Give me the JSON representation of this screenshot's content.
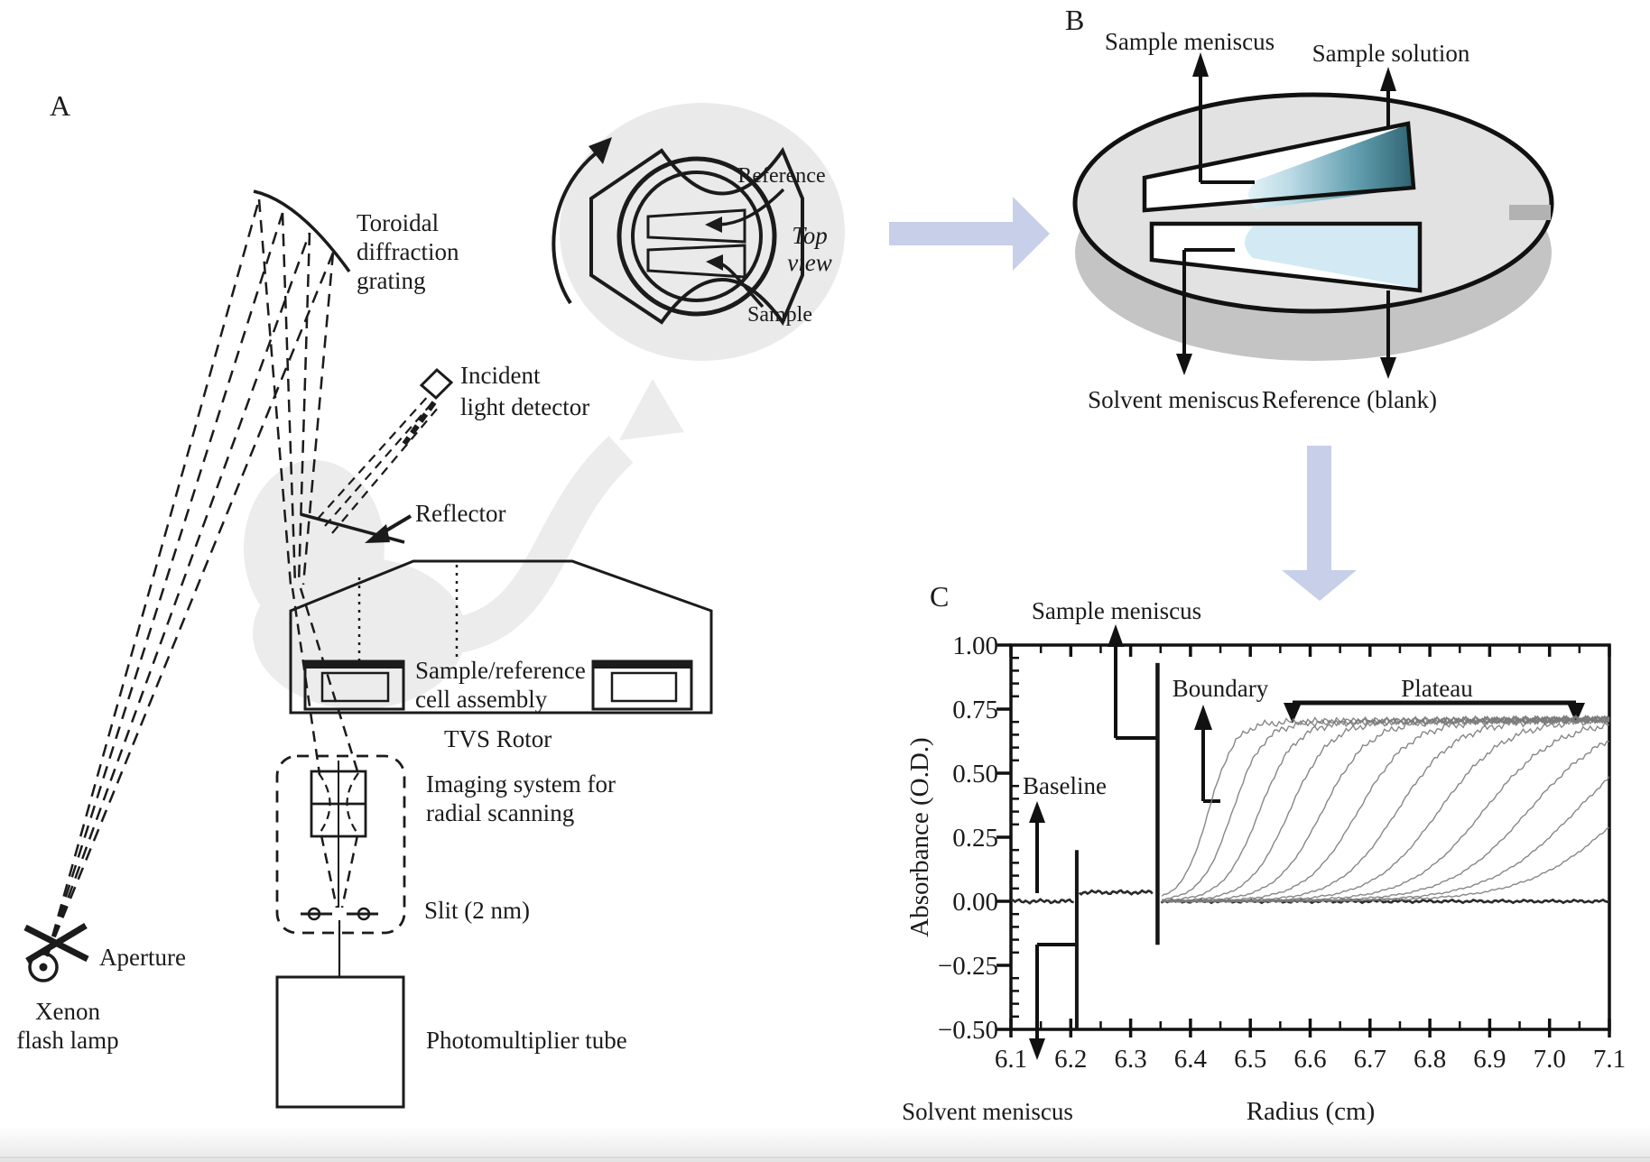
{
  "figure": {
    "panel_a": {
      "label": "A",
      "toroidal_grating": [
        "Toroidal",
        "diffraction",
        "grating"
      ],
      "incident_detector": [
        "Incident",
        "light detector"
      ],
      "reflector": "Reflector",
      "cell_assembly": [
        "Sample/reference",
        "cell assembly"
      ],
      "tvs_rotor": "TVS Rotor",
      "imaging_system": [
        "Imaging system for",
        "radial scanning"
      ],
      "slit": "Slit (2 nm)",
      "photomultiplier": "Photomultiplier tube",
      "aperture": "Aperture",
      "xenon_lamp": [
        "Xenon",
        "flash lamp"
      ]
    },
    "top_view_inset": {
      "reference": "Reference",
      "sample": "Sample",
      "caption": [
        "Top",
        "view"
      ]
    },
    "panel_b": {
      "label": "B",
      "sample_meniscus": "Sample meniscus",
      "sample_solution": "Sample solution",
      "solvent_meniscus": "Solvent meniscus",
      "reference_blank": "Reference (blank)"
    },
    "panel_c": {
      "label": "C"
    }
  },
  "chart_data": {
    "type": "line",
    "title": "Sedimentation velocity absorbance scans",
    "xlabel": "Radius (cm)",
    "ylabel": "Absorbance (O.D.)",
    "xlim": [
      6.1,
      7.1
    ],
    "ylim": [
      -0.5,
      1.0
    ],
    "grid": false,
    "x_tick_labels": [
      "6.1",
      "6.2",
      "6.3",
      "6.4",
      "6.5",
      "6.6",
      "6.7",
      "6.8",
      "6.9",
      "7.0",
      "7.1"
    ],
    "y_tick_labels": [
      "1.00",
      "0.75",
      "0.50",
      "0.25",
      "0.00",
      "−0.25",
      "−0.50"
    ],
    "y_tick_values": [
      1.0,
      0.75,
      0.5,
      0.25,
      0.0,
      -0.25,
      -0.5
    ],
    "x_minor_step": 0.05,
    "y_minor_step": 0.05,
    "annotations": {
      "sample_meniscus": "Sample meniscus",
      "boundary": "Boundary",
      "plateau": "Plateau",
      "baseline": "Baseline",
      "solvent_meniscus": "Solvent meniscus"
    },
    "solvent_meniscus_x": 6.21,
    "sample_meniscus_x": 6.345,
    "spikes": [
      {
        "x": 6.21,
        "y_min": -0.5,
        "y_max": 0.2
      },
      {
        "x": 6.345,
        "y_min": -0.17,
        "y_max": 0.93
      }
    ],
    "baseline_od": 0.0,
    "inter_meniscus_od": 0.035,
    "plateau_od": 0.7,
    "plateau_span": [
      6.57,
      7.04
    ],
    "scans": [
      {
        "midpoint": 6.43,
        "spread": 0.022
      },
      {
        "midpoint": 6.47,
        "spread": 0.026
      },
      {
        "midpoint": 6.515,
        "spread": 0.03
      },
      {
        "midpoint": 6.565,
        "spread": 0.034
      },
      {
        "midpoint": 6.62,
        "spread": 0.039
      },
      {
        "midpoint": 6.68,
        "spread": 0.044
      },
      {
        "midpoint": 6.745,
        "spread": 0.049
      },
      {
        "midpoint": 6.815,
        "spread": 0.055
      },
      {
        "midpoint": 6.89,
        "spread": 0.061
      },
      {
        "midpoint": 6.965,
        "spread": 0.067
      },
      {
        "midpoint": 7.045,
        "spread": 0.074
      },
      {
        "midpoint": 7.13,
        "spread": 0.082
      }
    ]
  },
  "colors": {
    "ink": "#1b1b1b",
    "panel_gray": "#ececec",
    "inset_gray": "#eaeaea",
    "rotor_top": "#e2e2e2",
    "rotor_side": "#c4c4c4",
    "rotor_tab": "#b2b2b2",
    "sector_fill": "#dcdcdc",
    "sample_fluid_light": "#e2f2f7",
    "sample_fluid_dark": "#2e6371",
    "reference_fluid": "#d3eaf4",
    "flow_arrow": "#c7cfe9",
    "scan_curve": "#7a7a7a"
  }
}
